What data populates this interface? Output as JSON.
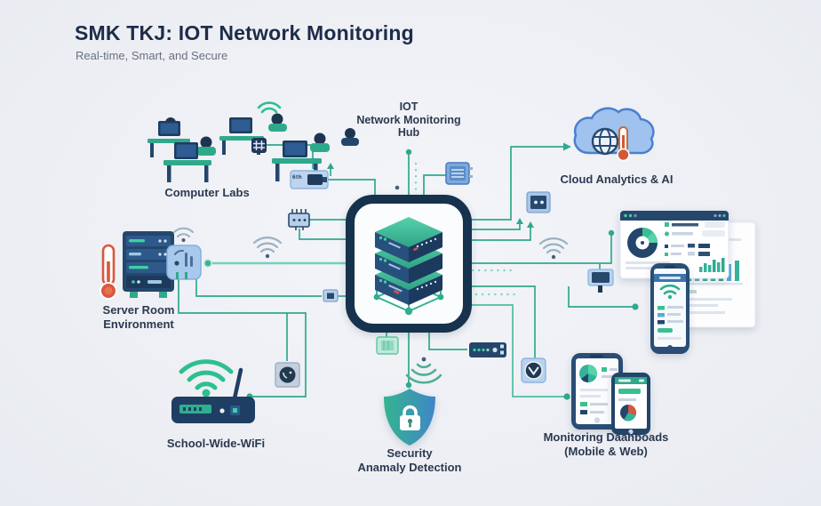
{
  "header": {
    "title": "SMK TKJ: IOT Network Monitoring",
    "subtitle": "Real-time, Smart, and Secure"
  },
  "hub": {
    "line1": "IOT",
    "line2": "Network Monitoring",
    "line3": "Hub"
  },
  "nodes": {
    "computer_labs": {
      "label": "Computer Labs"
    },
    "server_room": {
      "line1": "Server Room",
      "line2": "Environment"
    },
    "school_wifi": {
      "label": "School-Wide-WiFi"
    },
    "security": {
      "line1": "Security",
      "line2": "Anamaly Detection"
    },
    "cloud": {
      "label": "Cloud Analytics & AI"
    },
    "dashboards": {
      "line1": "Monitoring Daahboads",
      "line2": "(Mobile & Web)"
    }
  },
  "icons": {
    "usb_device_label": "6th"
  },
  "colors": {
    "teal": "#2fa98c",
    "mint": "#7fd6c0",
    "navy": "#1f3c60",
    "hub_border": "#16304d",
    "red": "#d9573f",
    "cloud_blue": "#9fc2ee",
    "background": "#eceff4"
  }
}
